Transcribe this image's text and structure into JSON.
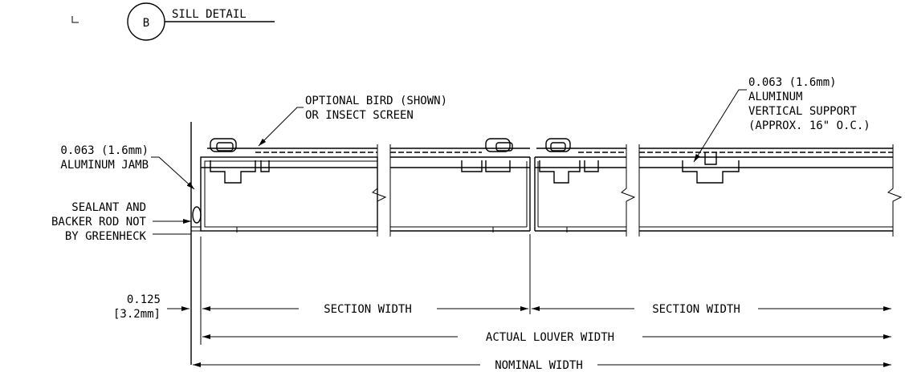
{
  "detail": {
    "callout_letter": "B",
    "title": "SILL DETAIL"
  },
  "labels": {
    "screen_line1": "OPTIONAL BIRD (SHOWN)",
    "screen_line2": "OR INSECT SCREEN",
    "support_line1": "0.063 (1.6mm)",
    "support_line2": "ALUMINUM",
    "support_line3": "VERTICAL SUPPORT",
    "support_line4": "(APPROX. 16\" O.C.)",
    "jamb_line1": "0.063 (1.6mm)",
    "jamb_line2": "ALUMINUM JAMB",
    "sealant_line1": "SEALANT AND",
    "sealant_line2": "BACKER ROD NOT",
    "sealant_line3": "BY GREENHECK",
    "gap_line1": "0.125",
    "gap_line2": "[3.2mm]"
  },
  "dimensions": {
    "section_width_1": "SECTION WIDTH",
    "section_width_2": "SECTION WIDTH",
    "actual_width": "ACTUAL LOUVER WIDTH",
    "nominal_width": "NOMINAL WIDTH"
  }
}
